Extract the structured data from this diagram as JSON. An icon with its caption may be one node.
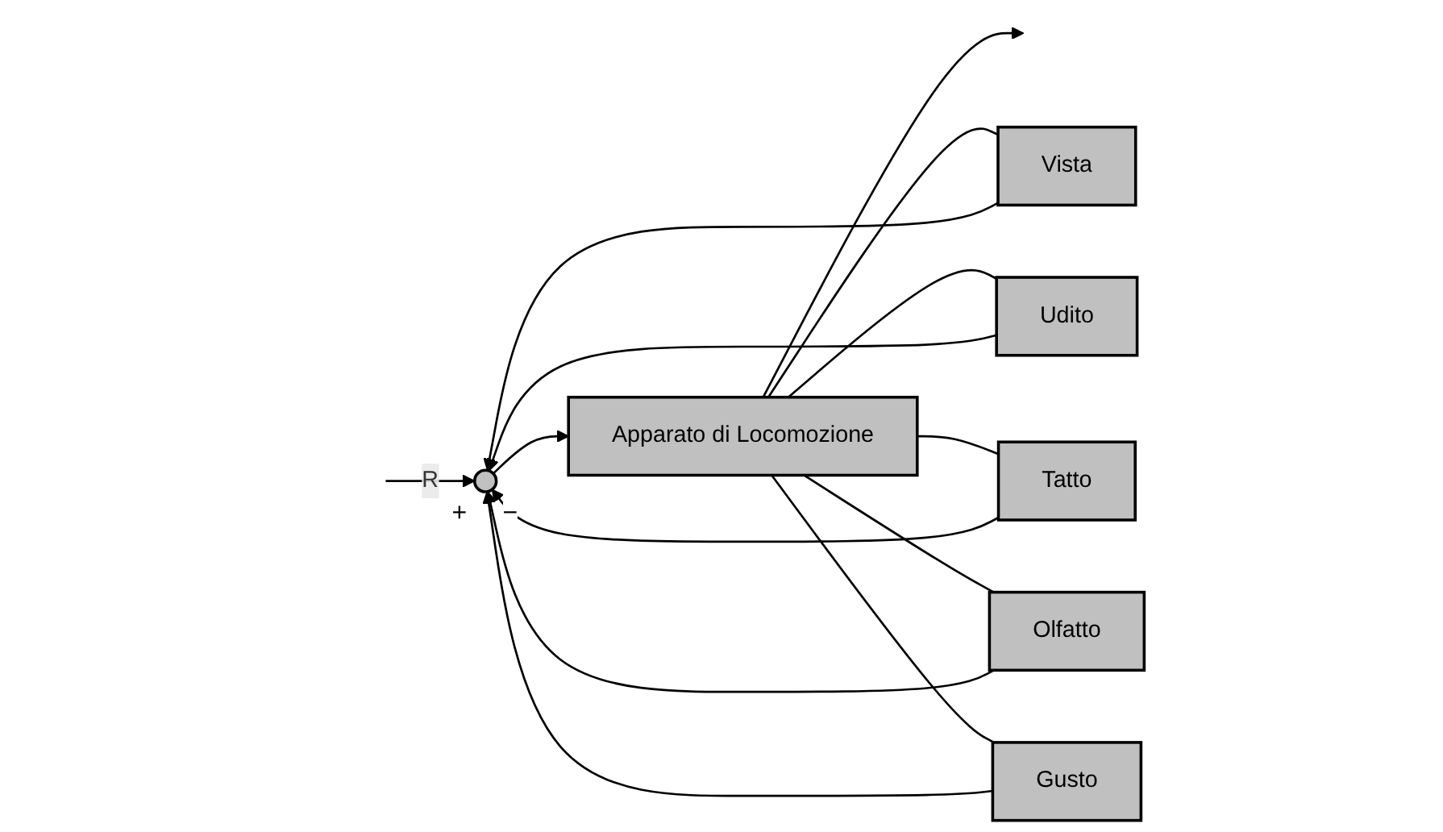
{
  "diagram": {
    "nodes": [
      {
        "text": [],
        "shape": "circle",
        "beside": [
          "+",
          "−"
        ]
      },
      {
        "text": [
          "Apparato di Locomozione"
        ]
      },
      {
        "text": [
          "Vista"
        ]
      },
      {
        "text": [
          "Udito"
        ]
      },
      {
        "text": [
          "Tatto"
        ]
      },
      {
        "text": [
          "Olfatto"
        ]
      },
      {
        "text": [
          "Gusto"
        ]
      }
    ],
    "edges": [
      {
        "from": null,
        "to": 0,
        "arrow": "to",
        "label": "R"
      },
      {
        "from": 0,
        "to": 1,
        "arrow": "to"
      },
      {
        "from": 1,
        "to": null,
        "arrow": "to"
      },
      {
        "from": 1,
        "to": 2,
        "arrow": "none"
      },
      {
        "from": 1,
        "to": 3,
        "arrow": "none"
      },
      {
        "from": 1,
        "to": 4,
        "arrow": "none"
      },
      {
        "from": 1,
        "to": 5,
        "arrow": "none"
      },
      {
        "from": 1,
        "to": 6,
        "arrow": "none"
      },
      {
        "from": 2,
        "to": 0,
        "arrow": "to"
      },
      {
        "from": 3,
        "to": 0,
        "arrow": "to"
      },
      {
        "from": 4,
        "to": 0,
        "arrow": "to"
      },
      {
        "from": 5,
        "to": 0,
        "arrow": "to"
      },
      {
        "from": 6,
        "to": 0,
        "arrow": "to"
      }
    ]
  }
}
